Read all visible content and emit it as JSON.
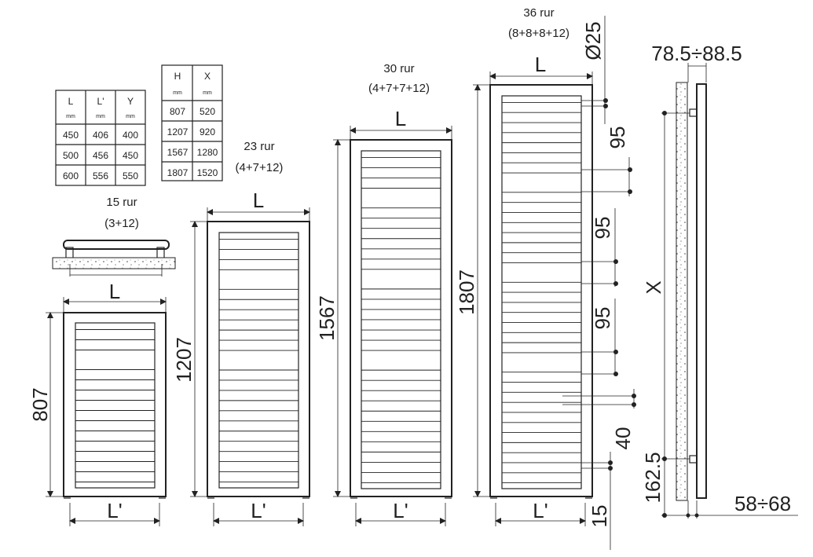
{
  "table_lly": {
    "headers": [
      {
        "label": "L",
        "unit": "mm"
      },
      {
        "label": "L'",
        "unit": "mm"
      },
      {
        "label": "Y",
        "unit": "mm"
      }
    ],
    "rows": [
      [
        "450",
        "406",
        "400"
      ],
      [
        "500",
        "456",
        "450"
      ],
      [
        "600",
        "556",
        "550"
      ]
    ]
  },
  "table_hx": {
    "headers": [
      {
        "label": "H",
        "unit": "mm"
      },
      {
        "label": "X",
        "unit": "mm"
      }
    ],
    "rows": [
      [
        "807",
        "520"
      ],
      [
        "1207",
        "920"
      ],
      [
        "1567",
        "1280"
      ],
      [
        "1807",
        "1520"
      ]
    ]
  },
  "radiators": [
    {
      "name": "15 rur",
      "spec": "(3+12)",
      "height": "807",
      "width_label": "L",
      "bottom_label": "L'"
    },
    {
      "name": "23 rur",
      "spec": "(4+7+12)",
      "height": "1207",
      "width_label": "L",
      "bottom_label": "L'"
    },
    {
      "name": "30 rur",
      "spec": "(4+7+7+12)",
      "height": "1567",
      "width_label": "L",
      "bottom_label": "L'"
    },
    {
      "name": "36 rur",
      "spec": "(8+8+8+12)",
      "height": "1807",
      "width_label": "L",
      "bottom_label": "L'"
    }
  ],
  "dimensions": {
    "tube_diameter": "Ø25",
    "gap_a": "95",
    "gap_b": "95",
    "gap_c": "95",
    "gap_d": "40",
    "bottom_offset": "15",
    "wall_distance_top": "78.5÷88.5",
    "wall_distance_bottom": "58÷68",
    "mount_height": "162.5",
    "x_label": "X"
  },
  "colors": {
    "ink": "#222222",
    "background": "#ffffff"
  }
}
